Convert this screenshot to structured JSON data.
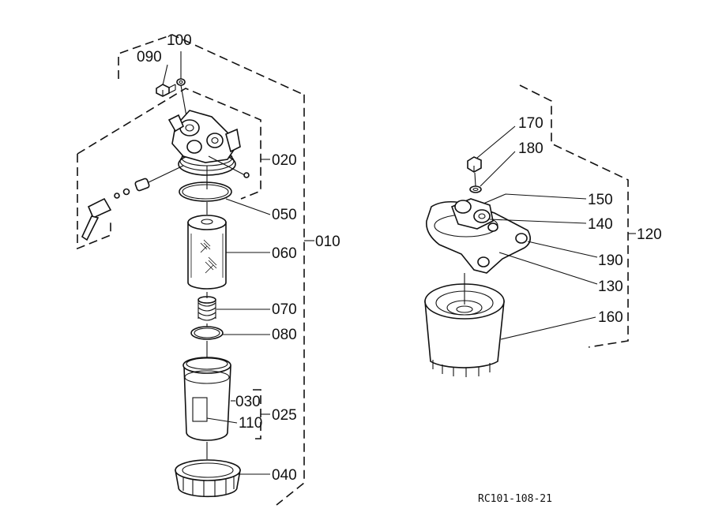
{
  "diagram": {
    "left_assembly": {
      "labels": {
        "p090": "090",
        "p100": "100",
        "p020": "020",
        "p050": "050",
        "p060": "060",
        "p010": "010",
        "p070": "070",
        "p080": "080",
        "p030": "030",
        "p110": "110",
        "p025": "025",
        "p040": "040"
      }
    },
    "right_assembly": {
      "labels": {
        "p170": "170",
        "p180": "180",
        "p150": "150",
        "p140": "140",
        "p120": "120",
        "p190": "190",
        "p130": "130",
        "p160": "160"
      }
    },
    "drawing_code": "RC101-108-21"
  }
}
